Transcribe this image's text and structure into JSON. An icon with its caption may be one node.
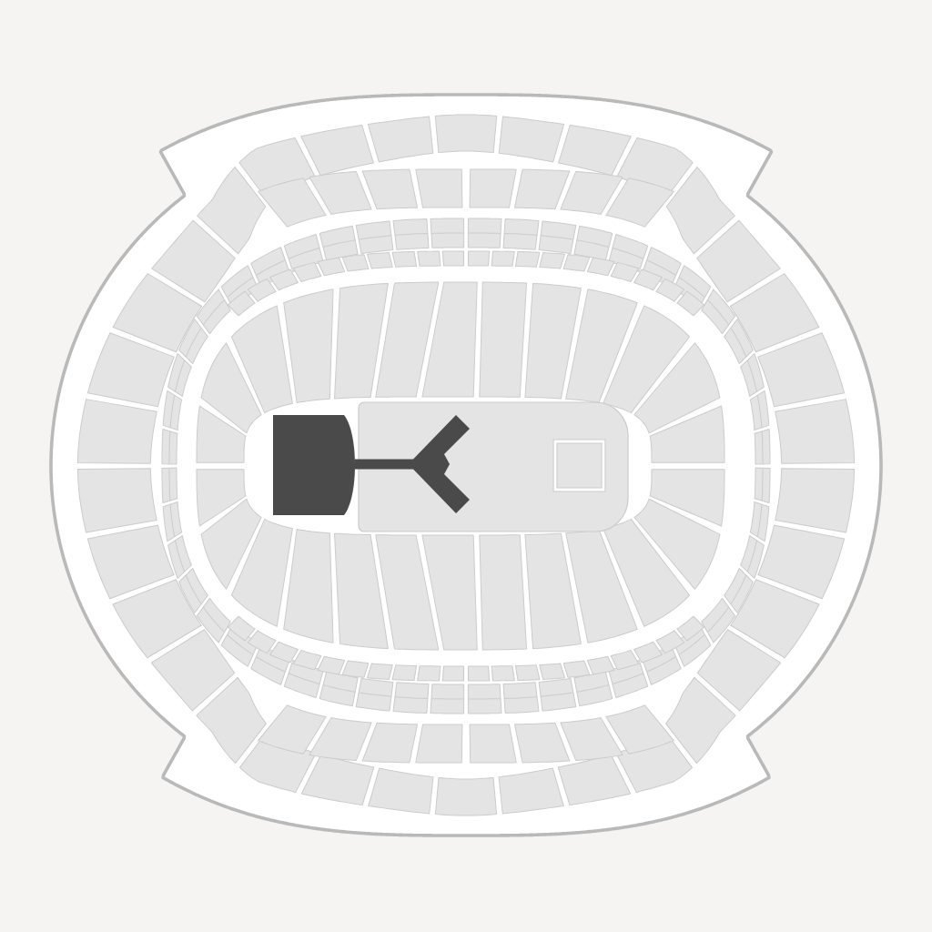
{
  "diagram": {
    "nodes": [
      {
        "text": [],
        "shape": "box"
      },
      {
        "text": [],
        "shape": "box"
      },
      {
        "text": [],
        "shape": "box",
        "in": 1
      }
    ]
  }
}
